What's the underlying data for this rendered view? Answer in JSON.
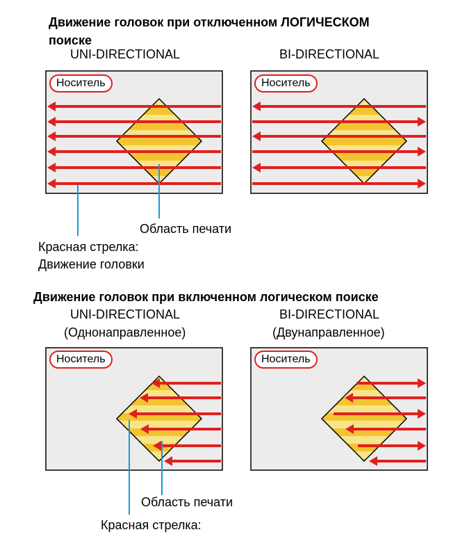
{
  "section1": {
    "title_line1": "Движение головок при отключенном ЛОГИЧЕСКОМ",
    "title_line2": "поиске",
    "uni_label": "UNI-DIRECTIONAL",
    "bi_label": "BI-DIRECTIONAL",
    "media_label_left": "Носитель",
    "media_label_right": "Носитель",
    "print_area_label": "Область печати",
    "arrow_note_line1": "Красная стрелка:",
    "arrow_note_line2": "Движение головки"
  },
  "section2": {
    "title": "Движение головок при включенном логическом поиске",
    "uni_label": "UNI-DIRECTIONAL",
    "uni_sub": "(Однонаправленное)",
    "bi_label": "BI-DIRECTIONAL",
    "bi_sub": "(Двунаправленное)",
    "media_label_left": "Носитель",
    "media_label_right": "Носитель",
    "print_area_label": "Область печати",
    "arrow_note_line1": "Красная стрелка:"
  },
  "colors": {
    "arrow": "#e0201e",
    "pointer": "#1a9ad6",
    "panel": "#ececec",
    "print_area": "#f7e58a",
    "stripe": "#f4c430"
  }
}
